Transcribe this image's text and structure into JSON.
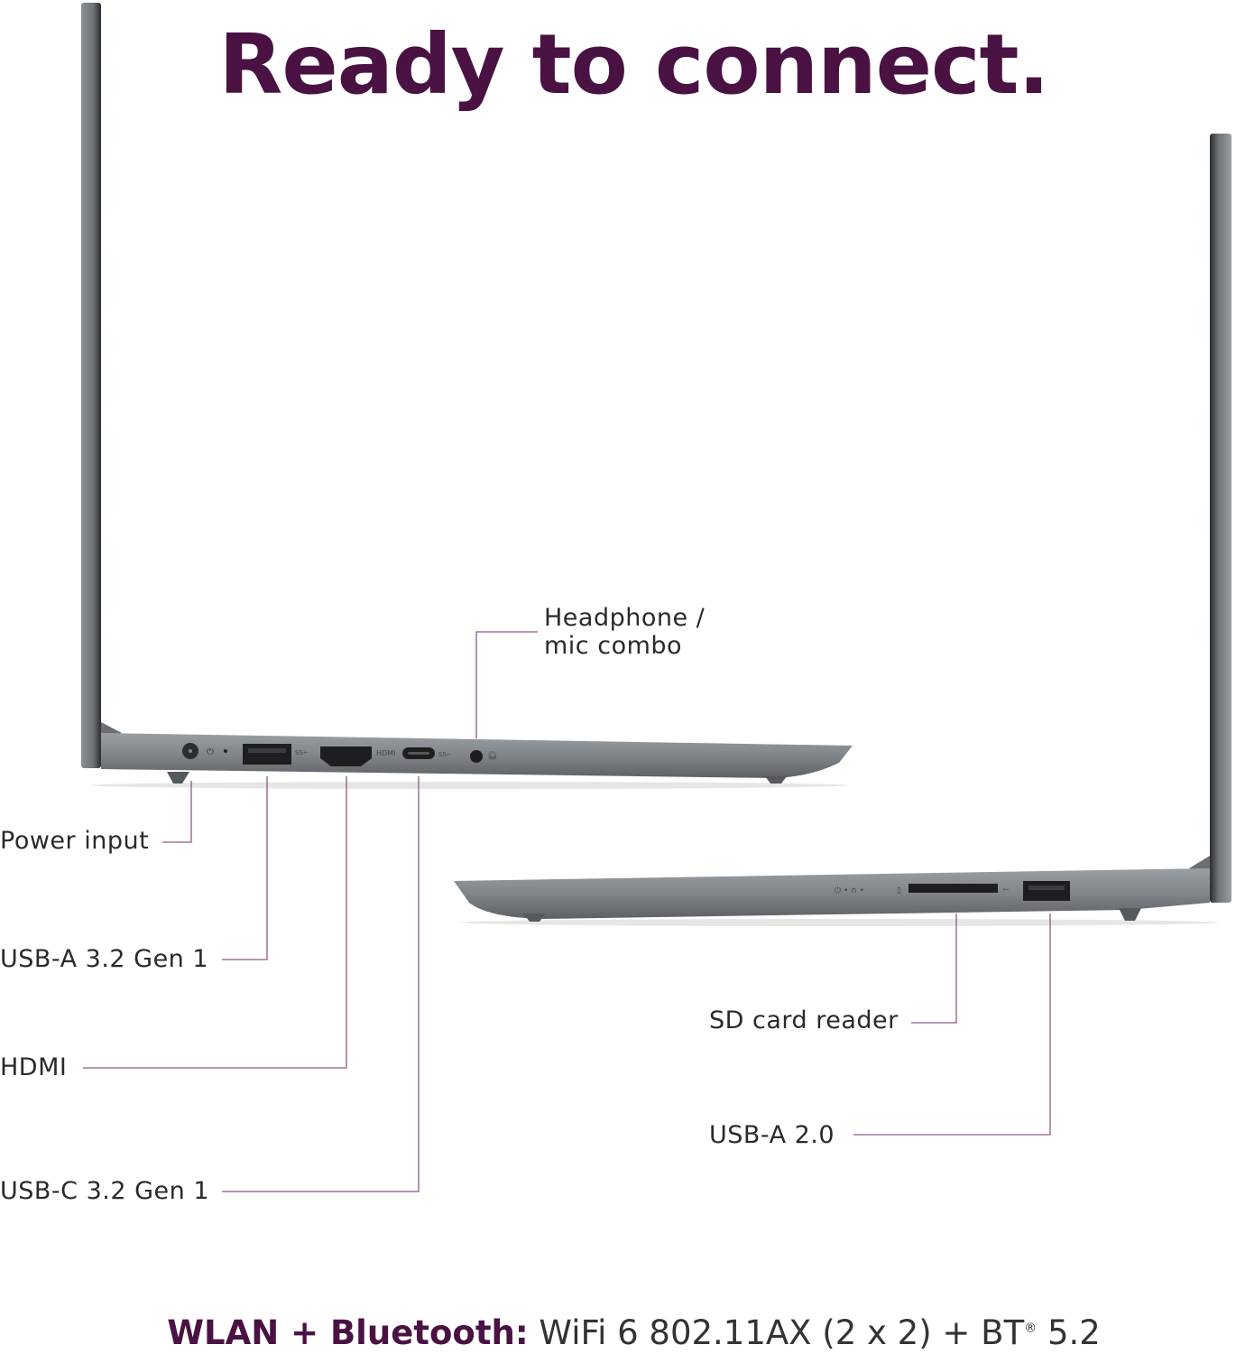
{
  "title": "Ready to connect.",
  "ports_left": {
    "headphone_line1": "Headphone /",
    "headphone_line2": "mic combo",
    "power": "Power input",
    "usb_a_32": "USB-A 3.2 Gen 1",
    "hdmi": "HDMI",
    "usb_c_32": "USB-C 3.2 Gen 1",
    "hdmi_port_marking": "HDMI"
  },
  "ports_right": {
    "sd": "SD card reader",
    "usb_a_20": "USB-A 2.0"
  },
  "footer": {
    "label": "WLAN + Bluetooth:",
    "value": "WiFi 6 802.11AX (2 x 2) + BT",
    "registered": "®",
    "version": "5.2"
  },
  "colors": {
    "brand": "#4a1243",
    "leader": "#8b5a84",
    "chassis": "#7d8287"
  }
}
